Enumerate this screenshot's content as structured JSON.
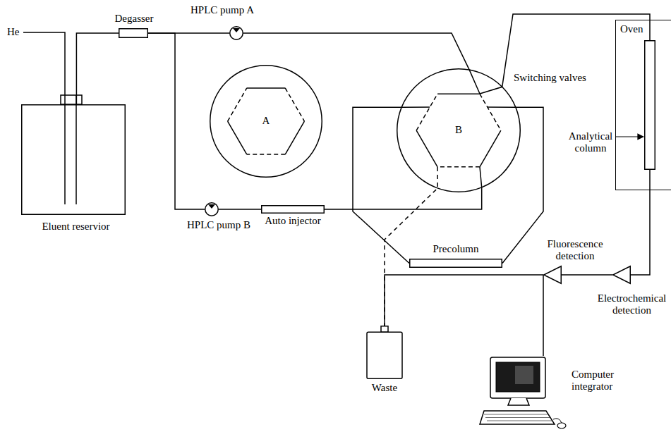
{
  "diagram": {
    "nodes": [
      {
        "text": [
          "Eluent reservior"
        ]
      },
      {
        "text": [
          "Degasser"
        ]
      },
      {
        "text": [
          "HPLC pump A"
        ]
      },
      {
        "text": [
          "HPLC pump B"
        ]
      },
      {
        "text": [
          "A"
        ]
      },
      {
        "text": [
          "Auto injector"
        ]
      },
      {
        "text": [
          "B",
          "Switching valves"
        ]
      },
      {
        "text": [
          "Precolumn"
        ]
      },
      {
        "text": [
          "Oven"
        ]
      },
      {
        "text": [
          "Analytical column"
        ],
        "in": 8
      },
      {
        "text": [
          "Electrochemical detection"
        ]
      },
      {
        "text": [
          "Fluorescence detection"
        ]
      },
      {
        "text": [
          "Waste"
        ]
      },
      {
        "text": [
          "Computer integrator"
        ]
      }
    ],
    "edges": [
      {
        "from": 0,
        "to": 1,
        "arrow": "none"
      },
      {
        "from": 1,
        "to": 2,
        "arrow": "none"
      },
      {
        "from": 1,
        "to": 3,
        "arrow": "none"
      },
      {
        "from": 2,
        "to": 6,
        "arrow": "none"
      },
      {
        "from": 3,
        "to": 5,
        "arrow": "none"
      },
      {
        "from": 5,
        "to": 6,
        "arrow": "none"
      },
      {
        "from": 6,
        "to": 7,
        "arrow": "none"
      },
      {
        "from": 7,
        "to": 6,
        "arrow": "none"
      },
      {
        "from": 6,
        "to": 9,
        "arrow": "none"
      },
      {
        "from": 9,
        "to": 10,
        "arrow": "none"
      },
      {
        "from": 10,
        "to": 11,
        "arrow": "none"
      },
      {
        "from": 11,
        "to": 12,
        "arrow": "none"
      },
      {
        "from": 6,
        "to": 12,
        "arrow": "none"
      },
      {
        "from": 11,
        "to": 13,
        "arrow": "none"
      }
    ],
    "labels": [
      "He"
    ]
  }
}
